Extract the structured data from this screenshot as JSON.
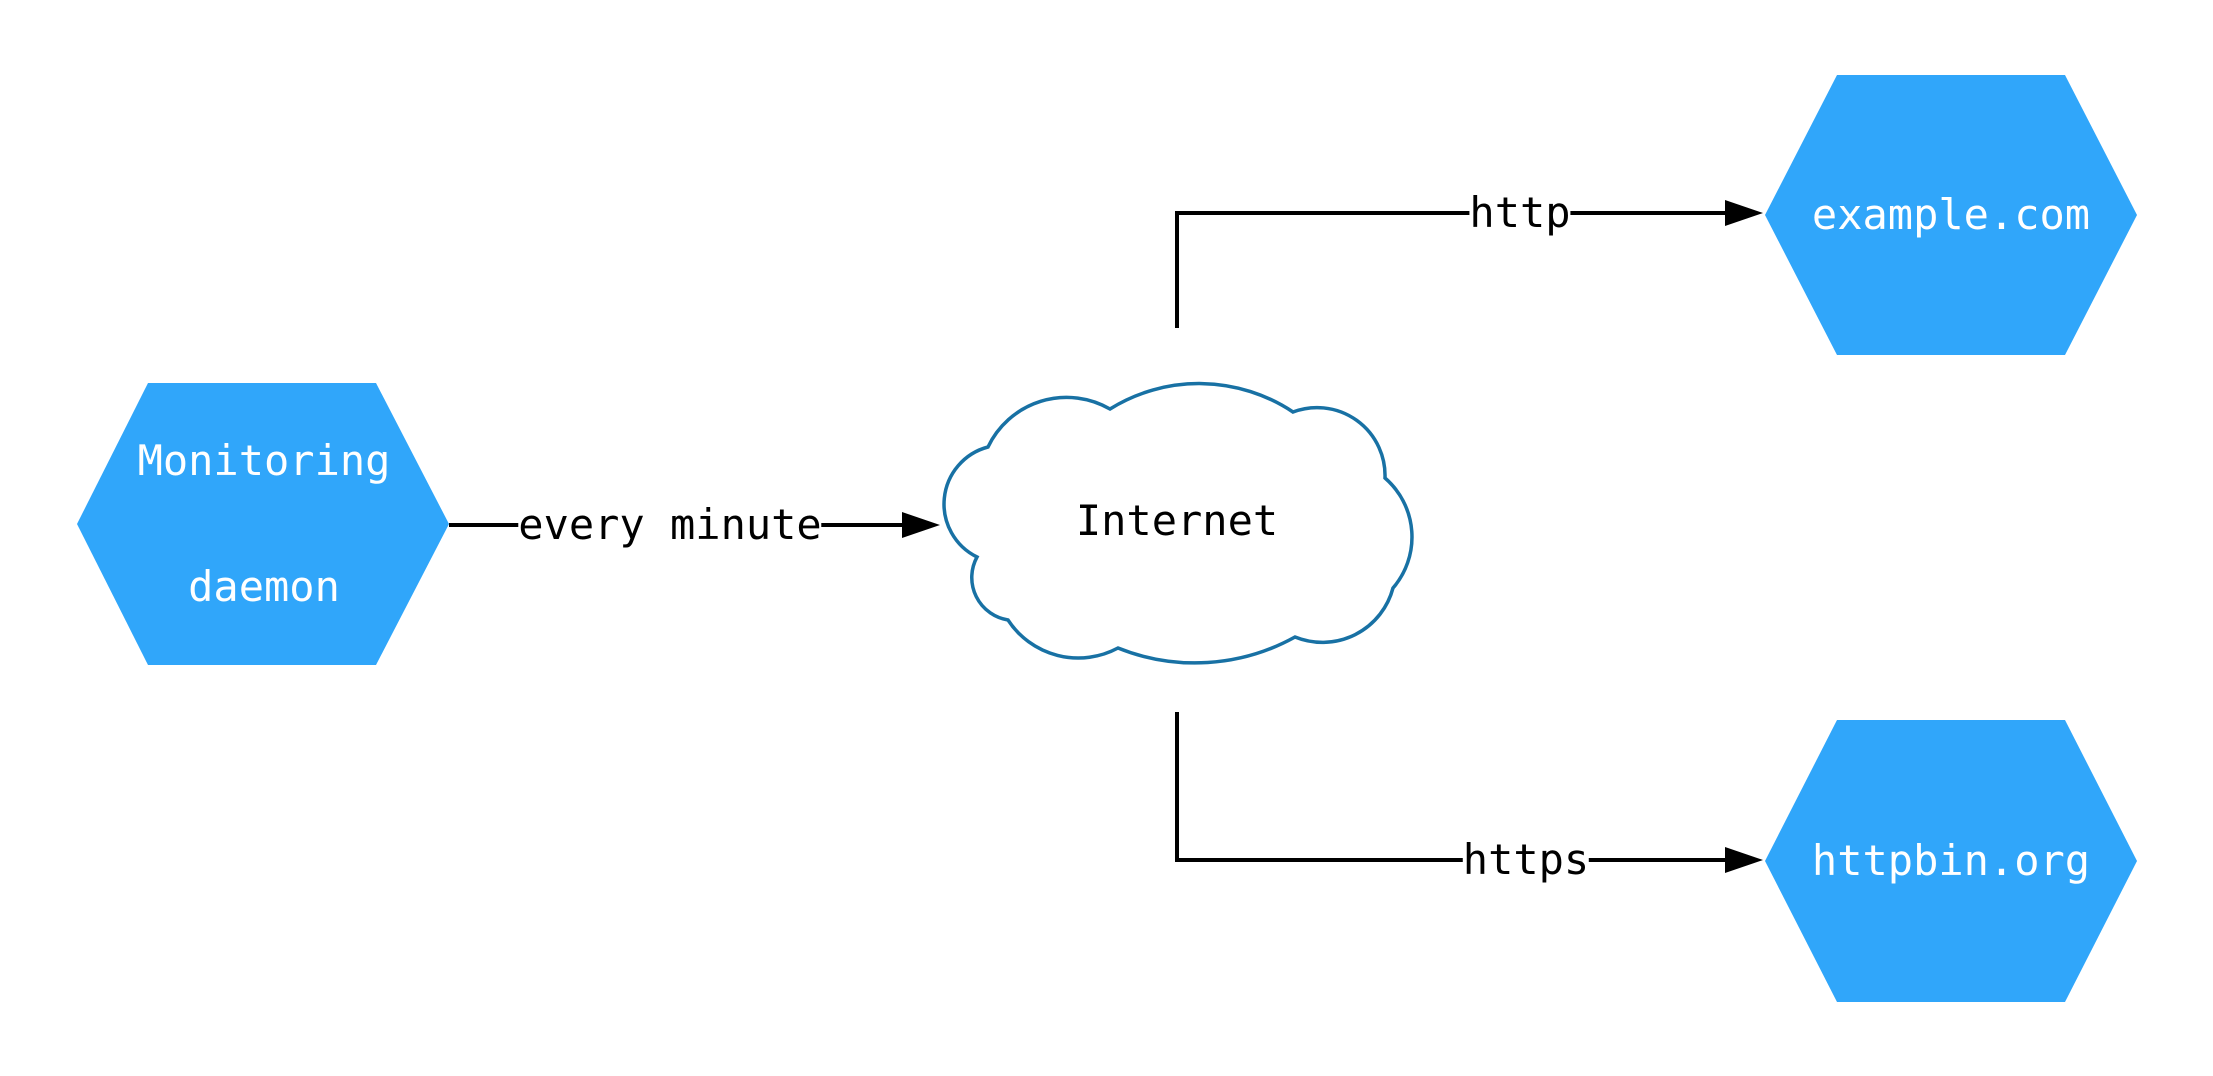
{
  "diagram": {
    "nodes": {
      "monitoring_daemon": {
        "shape": "hexagon",
        "lines": [
          "Monitoring",
          "daemon"
        ]
      },
      "internet": {
        "shape": "cloud",
        "label": "Internet"
      },
      "example_com": {
        "shape": "hexagon",
        "label": "example.com"
      },
      "httpbin_org": {
        "shape": "hexagon",
        "label": "httpbin.org"
      }
    },
    "edges": [
      {
        "from": "monitoring_daemon",
        "to": "internet",
        "label": "every minute"
      },
      {
        "from": "internet",
        "to": "example_com",
        "label": "http"
      },
      {
        "from": "internet",
        "to": "httpbin_org",
        "label": "https"
      }
    ],
    "colors": {
      "node_fill": "#30a6fa",
      "node_text": "#ffffff",
      "cloud_fill": "#ffffff",
      "cloud_stroke": "#1871a4",
      "edge_color": "#000000",
      "edge_label_text": "#000000",
      "background": "#ffffff"
    }
  }
}
